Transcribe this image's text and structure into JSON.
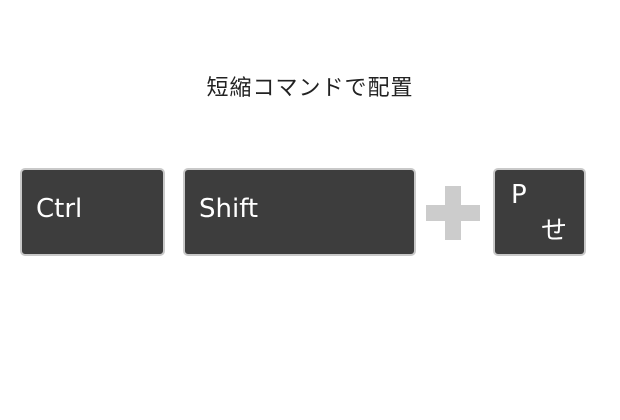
{
  "title": "短縮コマンドで配置",
  "keys": [
    {
      "label": "Ctrl"
    },
    {
      "label": "Shift"
    },
    {
      "label": "P",
      "kana": "せ"
    }
  ],
  "colors": {
    "key_background": "#3d3d3d",
    "key_border": "#c9c9c9",
    "key_text": "#ffffff",
    "plus": "#cccccc",
    "title_text": "#222222"
  },
  "icons": {
    "plus": "plus-icon"
  }
}
